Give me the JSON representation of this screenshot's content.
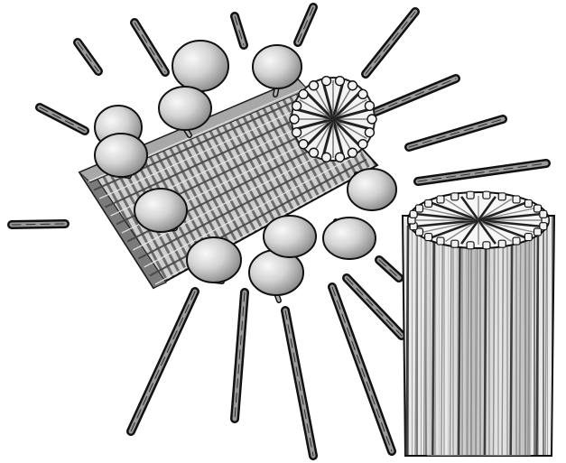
{
  "figure": {
    "background": "#ffffff",
    "ink": "#111111",
    "shade_dark": "#3a3a3a",
    "shade_mid": "#7a7a7a",
    "shade_light": "#d9d9d9",
    "sphere_fill": "#cfcfcf",
    "components": [
      "released-rod-bundle",
      "lying-fiber-bundle",
      "lipid-spheres",
      "standing-fiber-bundle"
    ]
  }
}
